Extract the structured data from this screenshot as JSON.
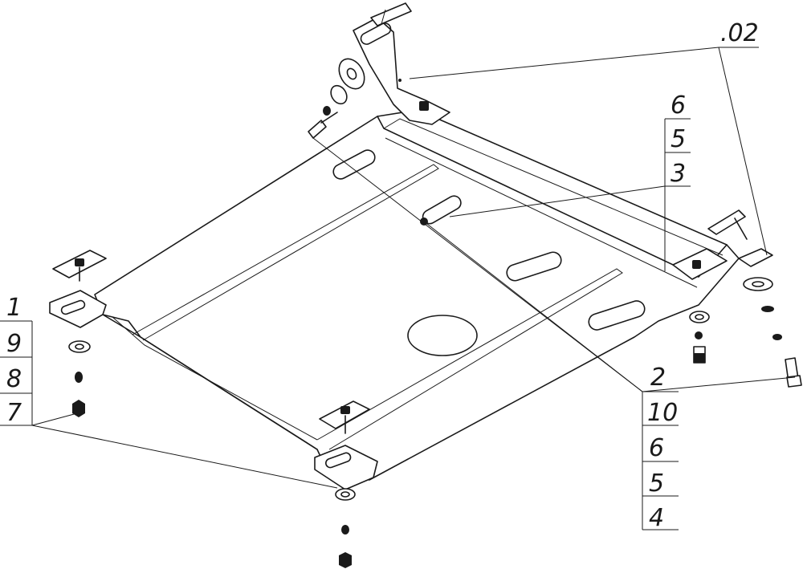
{
  "callouts": {
    "top_ref": ".02",
    "right_stack": [
      "6",
      "5",
      "3"
    ],
    "left_stack": [
      "1",
      "9",
      "8",
      "7"
    ],
    "bottom_stack": [
      "2",
      "10",
      "6",
      "5",
      "4"
    ]
  }
}
